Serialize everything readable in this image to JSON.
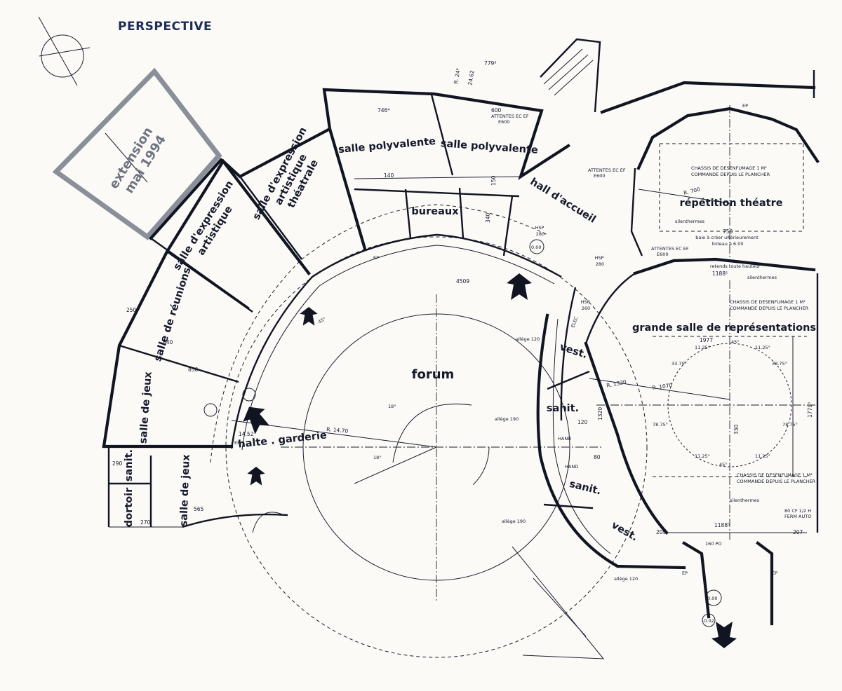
{
  "header": {
    "title": "PERSPECTIVE"
  },
  "rooms": {
    "extension": [
      "extension",
      "mai 1994"
    ],
    "salle_expression_artistique": [
      "salle d'expression",
      "artistique"
    ],
    "salle_expression_theatrale": [
      "salle d'expression",
      "artistique",
      "théatrale"
    ],
    "salle_polyvalente_1": "salle polyvalente",
    "salle_polyvalente_2": "salle polyvalente",
    "bureaux": "bureaux",
    "hall_accueil": "hall d'accueil",
    "repetition_theatre": "répétition théatre",
    "salle_reunions": "salle de réunions",
    "salle_jeux_1": "salle de jeux",
    "salle_jeux_2": "salle de jeux",
    "sanit_1": "sanit.",
    "dortoir": "dortoir",
    "halte_garderie": "halte . garderie",
    "forum": "forum",
    "grande_salle": "grande salle de représentations",
    "vest_1": "vest.",
    "vest_2": "vest.",
    "sanit_2": "sanit.",
    "sanit_3": "sanit.",
    "hand_1": "HAND",
    "hand_2": "HAND"
  },
  "notes": {
    "chassis_1": [
      "CHASSIS DE DESENFUMAGE 1 M²",
      "COMMANDE DEPUIS LE PLANCHER"
    ],
    "chassis_2": [
      "CHASSIS DE DESENFUMAGE 1 M²",
      "COMMANDE DEPUIS LE PLANCHER"
    ],
    "chassis_3": [
      "CHASSIS DE DESENFUMAGE 1 M²",
      "COMMANDE DEPUIS LE PLANCHER"
    ],
    "baie": [
      "baie à créer ultérieurement",
      "linteau à 6.00"
    ],
    "retends": "retends toute hauteur",
    "silenthermes_1": "silenthermes",
    "silenthermes_2": "silenthermes",
    "silenthermes_3": "silenthermes",
    "attentes_1": [
      "ATTENTES EC EF",
      "E600"
    ],
    "attentes_2": [
      "ATTENTES EC EF",
      "E600"
    ],
    "attentes_3": [
      "ATTENTES EC EF",
      "E600"
    ],
    "bcf": [
      "80 CF 1/2 H",
      "FERM AUTO"
    ],
    "hsp_1": [
      "HSP",
      "280"
    ],
    "hsp_2": [
      "HSP",
      "280"
    ],
    "hsp_3": [
      "HSP",
      "260"
    ],
    "ep": "EP",
    "elec": "ELEC",
    "level_000": "0.00",
    "level_002": "-0.02",
    "allege_120": "allège 120",
    "allege_190": "allège 190"
  },
  "dimensions": {
    "d779": "779⁸",
    "d746": "746⁴",
    "d600": "600",
    "d150": "150",
    "d340": "340",
    "d4509": "4509",
    "d840": "840",
    "d850": "850",
    "d565": "565",
    "d1452": "14.52",
    "r1470": "R. 14.70",
    "r1320": "R. 1320",
    "r1070": "R. 1070",
    "r700": "R. 700",
    "d750": "750",
    "d1188a": "1188⁵",
    "d1188b": "1188⁵",
    "d1977": "1977",
    "d330": "330",
    "a45a": "45°",
    "a45b": "45°",
    "a45c": "45°",
    "a1125a": "11.25°",
    "a1125b": "11.25°",
    "a1125c": "11.25°",
    "a1125d": "11.25°",
    "a3375a": "33.75°",
    "a3375b": "33.75°",
    "a7875a": "78.75°",
    "a7875b": "78.75°",
    "a18a": "18°",
    "a18b": "18°",
    "d1320": "1320",
    "d2462": "24.62",
    "d2461": "R. 24⁶",
    "d1779": "1779³",
    "d140": "140",
    "d120": "120",
    "d209": "209",
    "d207": "207",
    "d160": "160 PO",
    "d250": "250",
    "d290": "290",
    "d270": "270",
    "d80": "80"
  },
  "colors": {
    "ink": "#111522",
    "paper": "#fbfaf7",
    "heading": "#1e2d55",
    "extension": "#8b8f99"
  },
  "icons": {
    "compass": "north-compass-icon",
    "entry": "entry-arrow-icon"
  }
}
